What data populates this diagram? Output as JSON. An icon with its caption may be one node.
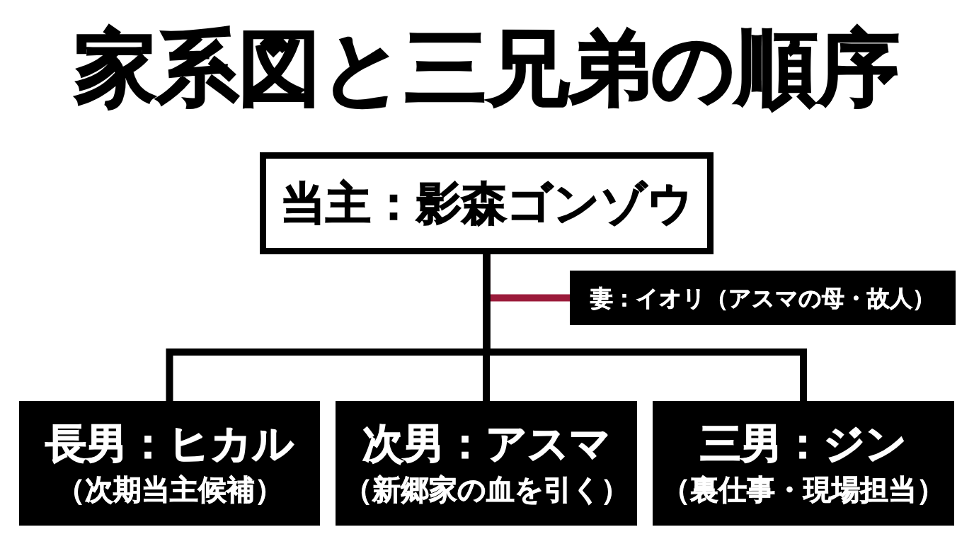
{
  "diagram": {
    "title": "家系図と三兄弟の順序",
    "nodes": [
      {
        "text": [
          "当主：影森ゴンゾウ"
        ]
      },
      {
        "text": [
          "妻：イオリ（アスマの母・故人）"
        ]
      },
      {
        "text": [
          "長男：ヒカル",
          "（次期当主候補）"
        ]
      },
      {
        "text": [
          "次男：アスマ",
          "（新郷家の血を引く）"
        ]
      },
      {
        "text": [
          "三男：ジン",
          "（裏仕事・現場担当）"
        ]
      }
    ],
    "edges": [
      {
        "from": 0,
        "to": 2,
        "arrow": "none"
      },
      {
        "from": 0,
        "to": 3,
        "arrow": "none"
      },
      {
        "from": 0,
        "to": 4,
        "arrow": "none"
      },
      {
        "from": 0,
        "to": 1,
        "arrow": "none",
        "color": "#9b1b3a"
      }
    ]
  }
}
